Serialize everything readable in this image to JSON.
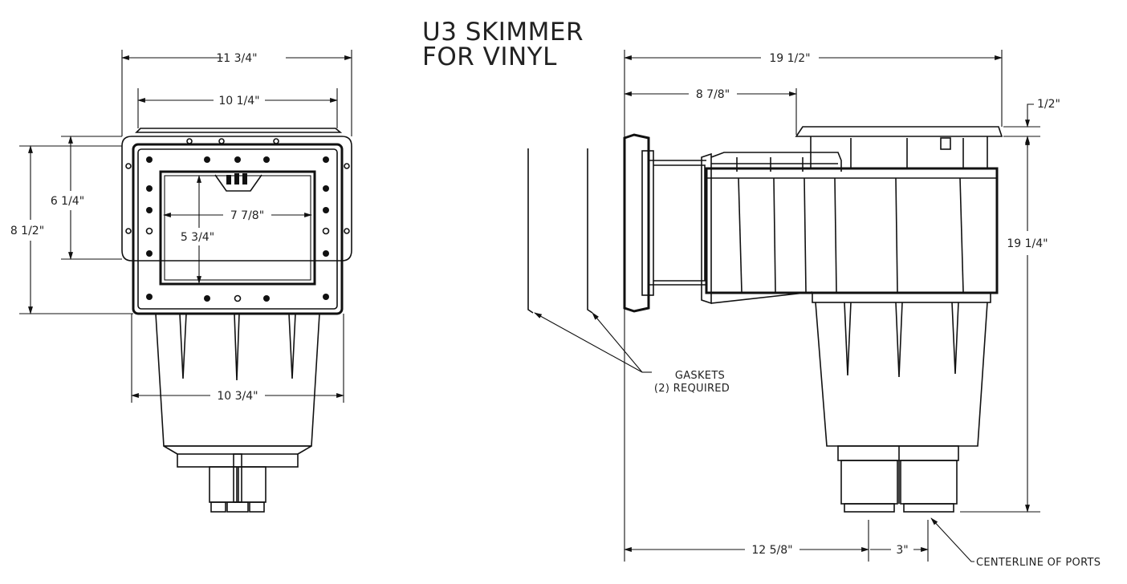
{
  "title": {
    "line1": "U3 SKIMMER",
    "line2": "FOR VINYL"
  },
  "front_view": {
    "overall_width": "11 3/4\"",
    "flange_width": "10 1/4\"",
    "body_width": "10 3/4\"",
    "overall_height": "8 1/2\"",
    "flange_height": "6 1/4\"",
    "opening_width": "7 7/8\"",
    "opening_height": "5 3/4\""
  },
  "side_view": {
    "overall_length": "19 1/2\"",
    "throat_length": "8 7/8\"",
    "lid_offset": "1/2\"",
    "overall_height": "19 1/4\"",
    "port_offset": "12 5/8\"",
    "port_spacing": "3\""
  },
  "notes": {
    "gaskets_line1": "GASKETS",
    "gaskets_line2": "(2) REQUIRED",
    "centerline": "CENTERLINE OF PORTS"
  }
}
